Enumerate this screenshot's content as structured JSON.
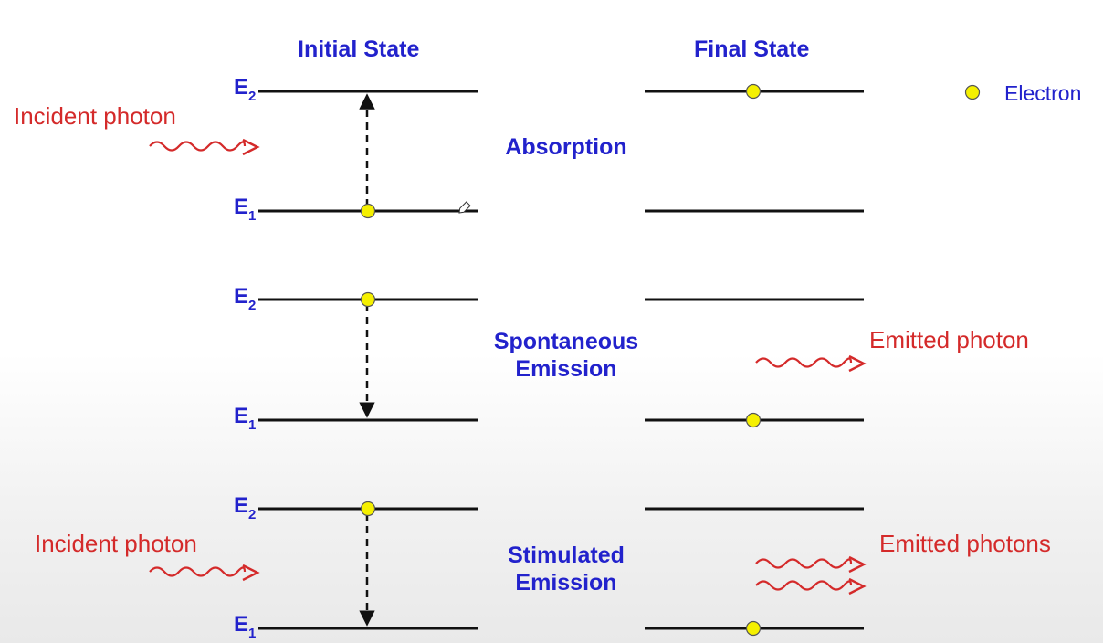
{
  "headers": {
    "initial": "Initial State",
    "final": "Final State"
  },
  "legend": {
    "label": "Electron",
    "dot_color": "#f5f000"
  },
  "levels": {
    "upper": "E",
    "upper_sub": "2",
    "lower": "E",
    "lower_sub": "1"
  },
  "processes": {
    "absorption": {
      "line1": "Absorption",
      "line2": ""
    },
    "spontaneous": {
      "line1": "Spontaneous",
      "line2": "Emission"
    },
    "stimulated": {
      "line1": "Stimulated",
      "line2": "Emission"
    }
  },
  "photon_labels": {
    "incident_1": "Incident photon",
    "incident_2": "Incident photon",
    "emitted_1": "Emitted photon",
    "emitted_2": "Emitted photons"
  },
  "colors": {
    "label_blue": "#2222cc",
    "photon_red": "#d42a2a",
    "line_black": "#111111",
    "electron_yellow": "#f5f000"
  },
  "icons": {
    "electron": "electron-dot-icon",
    "photon": "wavy-arrow-icon",
    "transition": "dashed-arrow-icon",
    "pen_cursor": "pen-cursor-icon"
  }
}
